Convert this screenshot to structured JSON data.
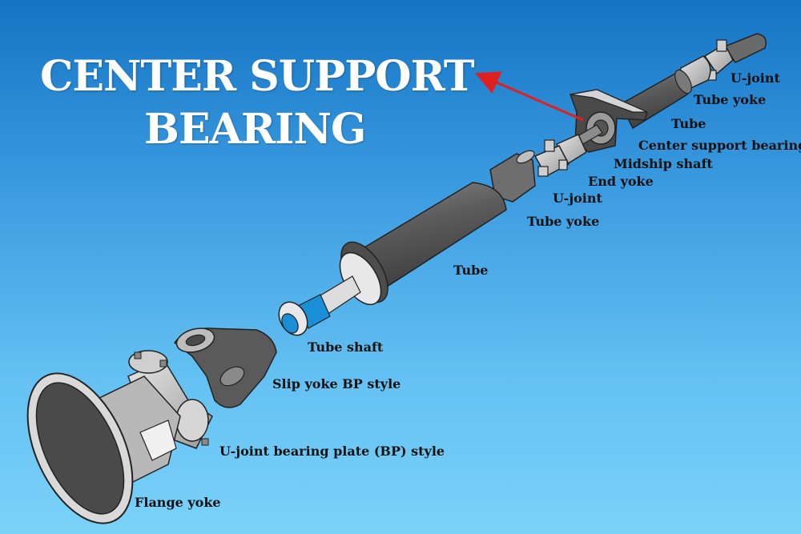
{
  "title": {
    "line1": "CENTER SUPPORT",
    "line2": "BEARING"
  },
  "labels": {
    "ujoint_top": "U-joint",
    "tube_yoke_top": "Tube yoke",
    "tube_top": "Tube",
    "center_support_bearing": "Center support bearing",
    "midship_shaft": "Midship shaft",
    "end_yoke": "End yoke",
    "ujoint_mid": "U-joint",
    "tube_yoke_mid": "Tube yoke",
    "tube_main": "Tube",
    "tube_shaft": "Tube shaft",
    "slip_yoke": "Slip yoke BP style",
    "ujoint_bp": "U-joint bearing plate (BP) style",
    "flange_yoke": "Flange yoke"
  },
  "colors": {
    "background_top": "#1574c4",
    "background_bottom": "#7ad2f8",
    "arrow": "#e02020",
    "tube_shaft_spline": "#1a8fd8",
    "metal_dark": "#5a5a5a",
    "metal_light": "#d8d8d8"
  }
}
